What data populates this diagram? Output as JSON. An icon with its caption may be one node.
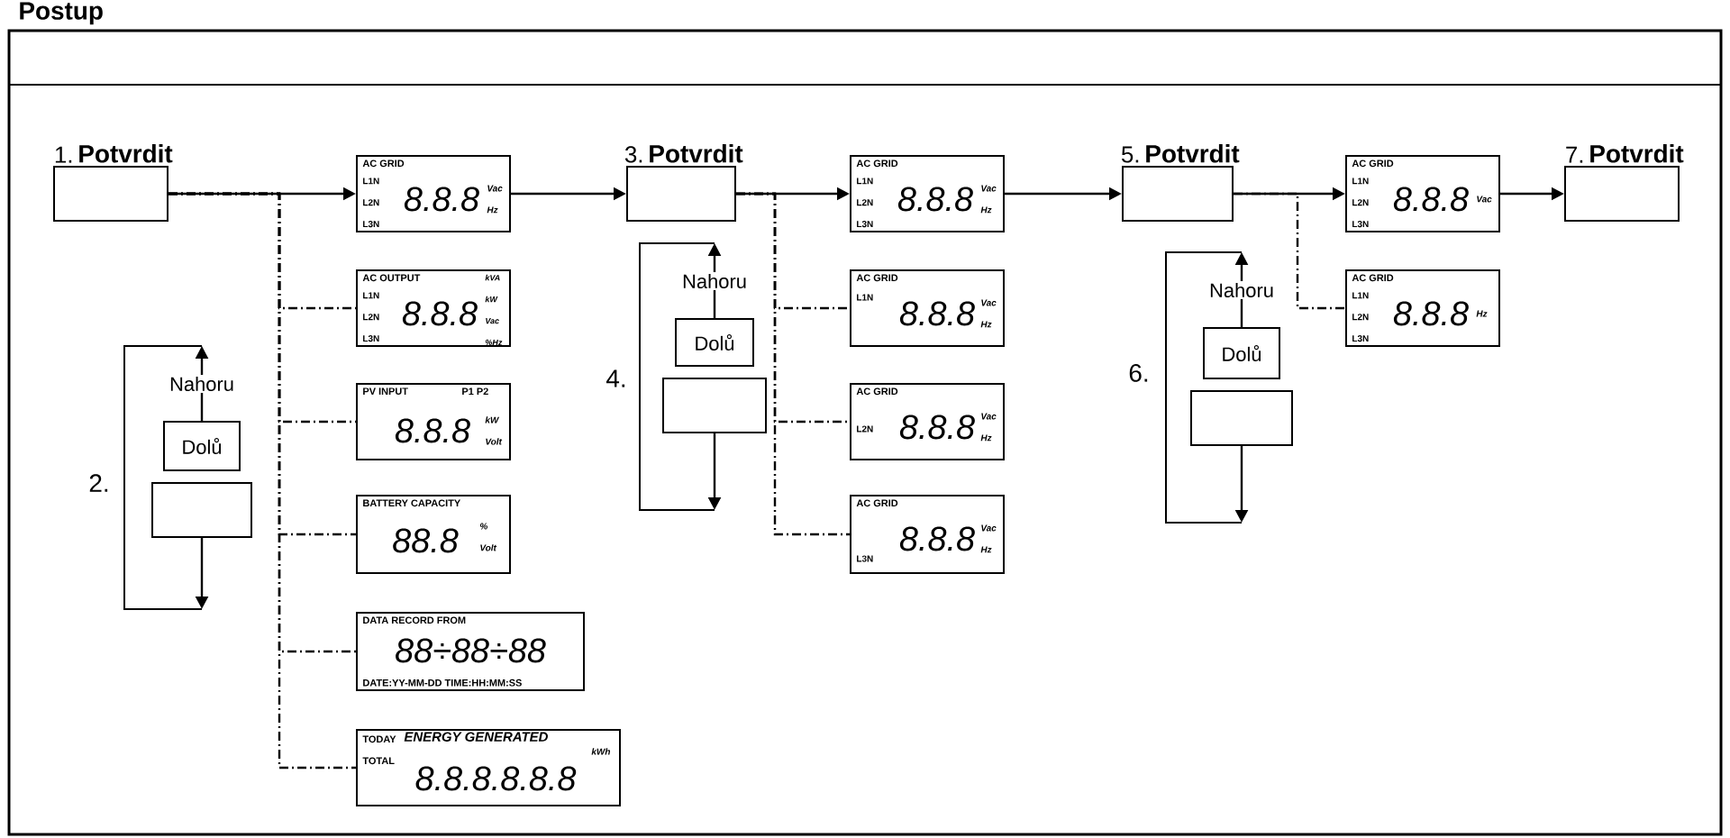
{
  "diagram": {
    "title": "Postup",
    "nodes": [
      {
        "text": [
          "Potvrdit"
        ],
        "beside": [
          "1."
        ]
      },
      {
        "text": [
          "AC GRID",
          "L1N L2N L3N",
          "8.8.8",
          "Vac Hz"
        ]
      },
      {
        "text": [
          "Potvrdit"
        ],
        "beside": [
          "3."
        ]
      },
      {
        "text": [
          "AC GRID",
          "L1N L2N L3N",
          "8.8.8",
          "Vac Hz"
        ]
      },
      {
        "text": [
          "Potvrdit"
        ],
        "beside": [
          "5."
        ]
      },
      {
        "text": [
          "AC GRID",
          "L1N L2N L3N",
          "8.8.8",
          "Vac"
        ]
      },
      {
        "text": [
          "Potvrdit"
        ],
        "beside": [
          "7."
        ]
      },
      {
        "text": [
          "AC OUTPUT",
          "L1N L2N L3N",
          "8.8.8",
          "kVA kW Vac %Hz"
        ]
      },
      {
        "text": [
          "PV INPUT",
          "P1 P2",
          "8.8.8",
          "kW Volt"
        ]
      },
      {
        "text": [
          "BATTERY CAPACITY",
          "88.8",
          "% Volt"
        ]
      },
      {
        "text": [
          "DATA RECORD FROM",
          "88÷88÷88",
          "DATE:YY-MM-DD TIME:HH:MM:SS"
        ]
      },
      {
        "text": [
          "TODAY",
          "ENERGY GENERATED",
          "TOTAL",
          "8.8.8.8.8.8",
          "kWh"
        ]
      },
      {
        "text": [
          "Dolů"
        ]
      },
      {
        "text": [],
        "shape": "box"
      },
      {
        "text": [
          "Dolů"
        ]
      },
      {
        "text": [],
        "shape": "box"
      },
      {
        "text": [
          "AC GRID",
          "L1N",
          "8.8.8",
          "Vac Hz"
        ]
      },
      {
        "text": [
          "AC GRID",
          "L2N",
          "8.8.8",
          "Vac Hz"
        ]
      },
      {
        "text": [
          "AC GRID",
          "L3N",
          "8.8.8",
          "Vac Hz"
        ]
      },
      {
        "text": [
          "AC GRID",
          "L1N L2N L3N",
          "8.8.8",
          "Hz"
        ]
      },
      {
        "text": [
          "Dolů"
        ]
      },
      {
        "text": [],
        "shape": "box"
      }
    ],
    "edges": [
      {
        "from": 0,
        "to": 1,
        "arrow": "to"
      },
      {
        "from": 1,
        "to": 2,
        "arrow": "to"
      },
      {
        "from": 2,
        "to": 3,
        "arrow": "to"
      },
      {
        "from": 3,
        "to": 4,
        "arrow": "to"
      },
      {
        "from": 4,
        "to": 5,
        "arrow": "to"
      },
      {
        "from": 5,
        "to": 6,
        "arrow": "to"
      },
      {
        "from": 0,
        "to": 7,
        "arrow": "none",
        "style": "dashed"
      },
      {
        "from": 0,
        "to": 8,
        "arrow": "none",
        "style": "dashed"
      },
      {
        "from": 0,
        "to": 9,
        "arrow": "none",
        "style": "dashed"
      },
      {
        "from": 0,
        "to": 10,
        "arrow": "none",
        "style": "dashed"
      },
      {
        "from": 0,
        "to": 11,
        "arrow": "none",
        "style": "dashed"
      },
      {
        "from": 2,
        "to": 16,
        "arrow": "none",
        "style": "dashed"
      },
      {
        "from": 2,
        "to": 17,
        "arrow": "none",
        "style": "dashed"
      },
      {
        "from": 2,
        "to": 18,
        "arrow": "none",
        "style": "dashed"
      },
      {
        "from": 4,
        "to": 19,
        "arrow": "none",
        "style": "dashed"
      },
      {
        "from": 12,
        "to": null,
        "arrow": "to",
        "label": "Nahoru"
      },
      {
        "from": 13,
        "to": null,
        "arrow": "to"
      },
      {
        "from": 14,
        "to": null,
        "arrow": "to",
        "label": "Nahoru"
      },
      {
        "from": 15,
        "to": null,
        "arrow": "to"
      },
      {
        "from": 20,
        "to": null,
        "arrow": "to",
        "label": "Nahoru"
      },
      {
        "from": 21,
        "to": null,
        "arrow": "to"
      }
    ],
    "labels": [
      "2.",
      "4.",
      "6."
    ]
  }
}
